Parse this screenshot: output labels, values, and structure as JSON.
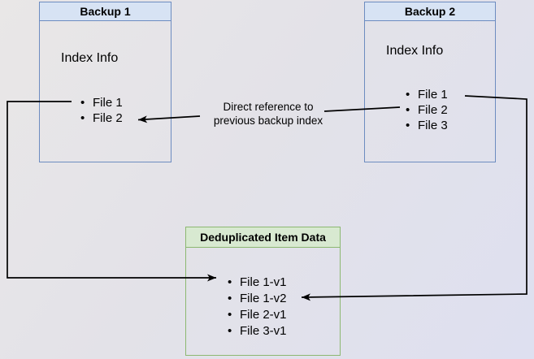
{
  "diagram": {
    "backup1": {
      "title": "Backup 1",
      "heading": "Index Info",
      "items": [
        "File 1",
        "File 2"
      ]
    },
    "backup2": {
      "title": "Backup 2",
      "heading": "Index Info",
      "items": [
        "File 1",
        "File 2",
        "File 3"
      ]
    },
    "dedup": {
      "title": "Deduplicated Item Data",
      "items": [
        "File 1-v1",
        "File 1-v2",
        "File 2-v1",
        "File 3-v1"
      ]
    },
    "annotation": {
      "line1": "Direct reference to",
      "line2": "previous backup index"
    },
    "colors": {
      "blue_border": "#6d8cc0",
      "blue_header": "#d7e3f4",
      "green_border": "#8cb871",
      "green_header": "#d8e9d1",
      "arrow": "#000000"
    }
  }
}
